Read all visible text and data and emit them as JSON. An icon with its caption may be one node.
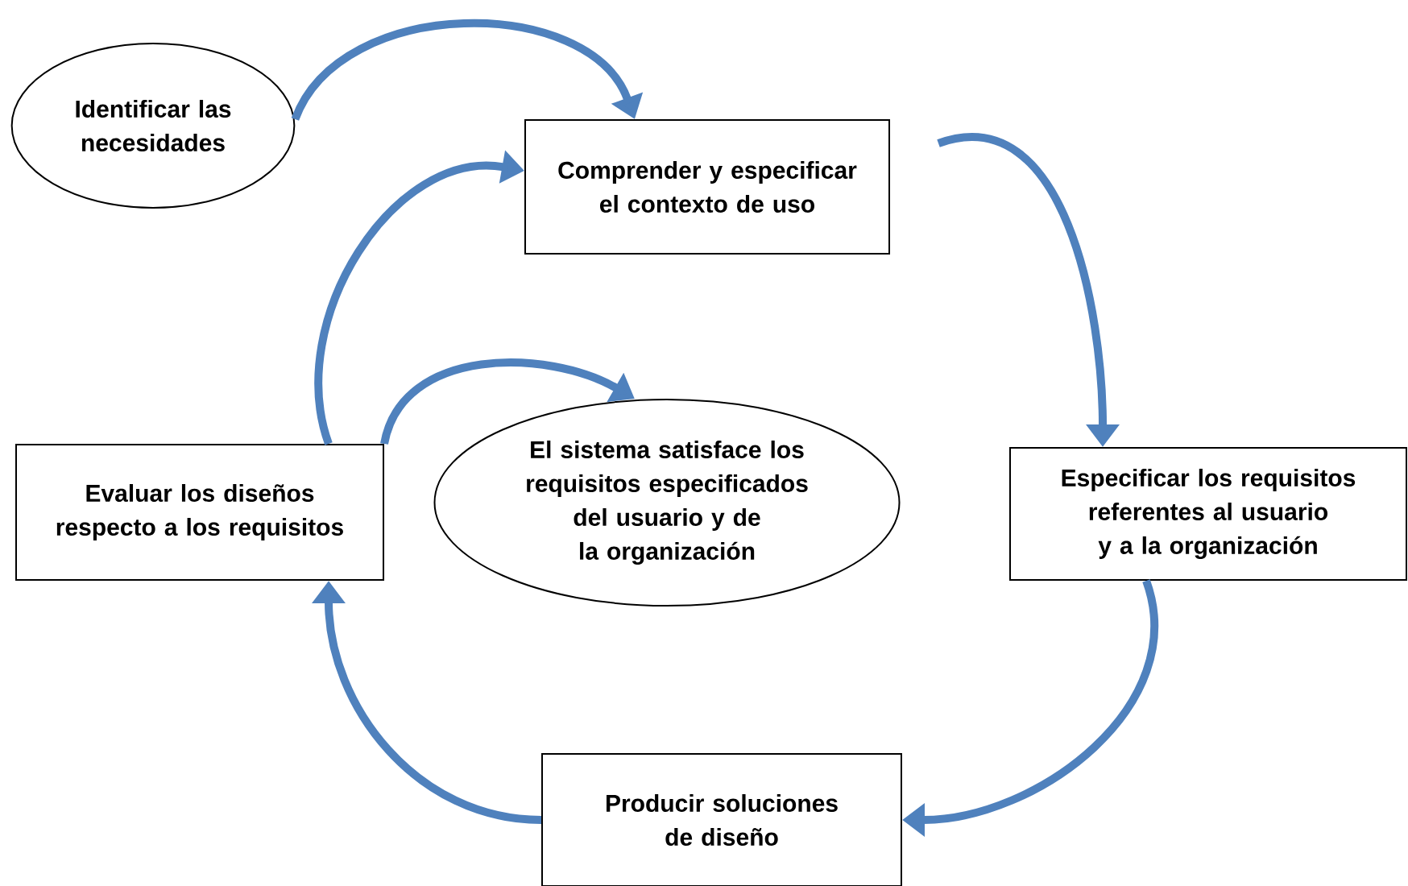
{
  "diagram": {
    "nodes": [
      {
        "text": [
          "Identificar las necesidades"
        ]
      },
      {
        "text": [
          "Comprender y especificar el contexto de uso"
        ]
      },
      {
        "text": [
          "Especificar los requisitos referentes al usuario y a la organización"
        ]
      },
      {
        "text": [
          "Producir soluciones de diseño"
        ]
      },
      {
        "text": [
          "Evaluar los diseños respecto a los requisitos"
        ]
      },
      {
        "text": [
          "El sistema satisface los requisitos especificados del usuario y de la organización"
        ]
      }
    ],
    "edges": [
      {
        "from": 0,
        "to": 1,
        "arrow": "to"
      },
      {
        "from": 1,
        "to": 2,
        "arrow": "to"
      },
      {
        "from": 2,
        "to": 3,
        "arrow": "to"
      },
      {
        "from": 3,
        "to": 4,
        "arrow": "to"
      },
      {
        "from": 4,
        "to": 1,
        "arrow": "to"
      },
      {
        "from": 4,
        "to": 5,
        "arrow": "to"
      }
    ]
  }
}
